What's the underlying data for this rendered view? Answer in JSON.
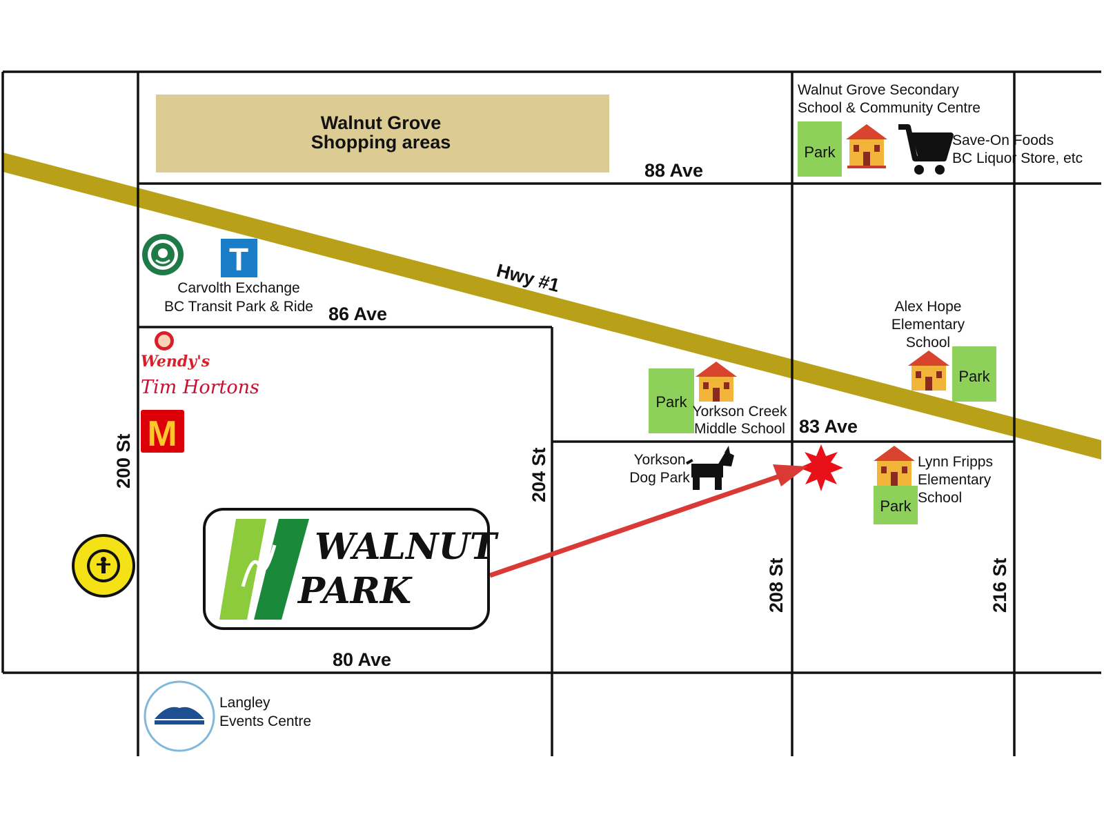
{
  "map": {
    "streets": {
      "ave88": "88 Ave",
      "ave86": "86 Ave",
      "ave83": "83 Ave",
      "ave80": "80 Ave",
      "st200": "200 St",
      "st204": "204 St",
      "st208": "208 St",
      "st216": "216 St",
      "highway": "Hwy #1"
    },
    "shopping": {
      "line1": "Walnut Grove",
      "line2": "Shopping areas"
    },
    "secondary_school": {
      "line1": "Walnut Grove Secondary",
      "line2": "School & Community Centre"
    },
    "save_on": {
      "line1": "Save-On Foods",
      "line2": "BC Liquor Store, etc"
    },
    "transit": {
      "line1": "Carvolth Exchange",
      "line2": "BC Transit Park & Ride",
      "icon_letter": "T"
    },
    "alex_hope": {
      "line1": "Alex Hope",
      "line2": "Elementary",
      "line3": "School"
    },
    "yorkson_creek": {
      "line1": "Yorkson Creek",
      "line2": "Middle School"
    },
    "dog_park": {
      "line1": "Yorkson",
      "line2": "Dog Park"
    },
    "lynn_fripps": {
      "line1": "Lynn Fripps",
      "line2": "Elementary",
      "line3": "School"
    },
    "park_label": "Park",
    "events_centre": {
      "line1": "Langley",
      "line2": "Events Centre"
    },
    "restaurants": {
      "wendys": "Wendy's",
      "tim_hortons": "Tim Hortons",
      "mcdonalds": "M"
    },
    "walnut_park": {
      "line1": "WALNUT",
      "line2": "PARK"
    },
    "colors": {
      "highway": "#b8a018",
      "park": "#8dd05a",
      "shopping": "#dccc93",
      "arrow": "#d93a35",
      "star": "#e8111a"
    }
  }
}
